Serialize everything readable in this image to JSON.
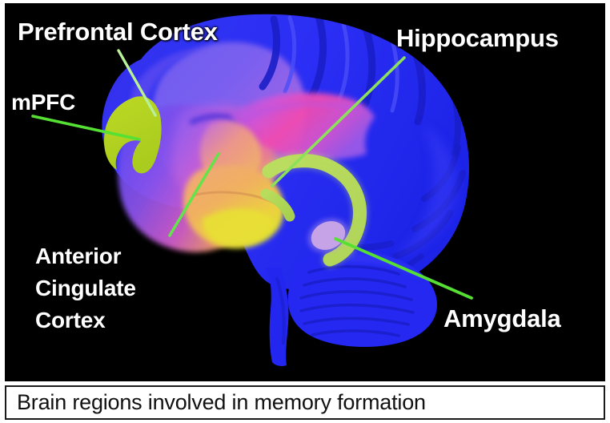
{
  "figure": {
    "background_color": "#000000",
    "labels": [
      {
        "id": "prefrontal",
        "name": "prefrontal-cortex-label",
        "text": "Prefrontal Cortex"
      },
      {
        "id": "mpfc",
        "name": "mpfc-label",
        "text": "mPFC"
      },
      {
        "id": "hippocampus",
        "name": "hippocampus-label",
        "text": "Hippocampus"
      },
      {
        "id": "amygdala",
        "name": "amygdala-label",
        "text": "Amygdala"
      },
      {
        "id": "acc",
        "name": "anterior-cingulate-cortex-label",
        "text": "Anterior Cingulate Cortex"
      }
    ],
    "acc_lines": {
      "line1": "Anterior",
      "line2": "Cingulate",
      "line3": "Cortex"
    },
    "leader_line_color": "#66e24a",
    "regions": [
      {
        "name": "cerebral-cortex",
        "color": "#2a2ff0"
      },
      {
        "name": "medial-prefrontal-cortex",
        "color": "#b8d322"
      },
      {
        "name": "anterior-cingulate-cortex",
        "color": "#d86fd0"
      },
      {
        "name": "corpus-callosum",
        "color": "#e84fc8"
      },
      {
        "name": "thalamus-midbrain",
        "color": "#f0a860"
      },
      {
        "name": "hippocampus",
        "color": "#b5d95a"
      },
      {
        "name": "amygdala",
        "color": "#c8a0e0"
      },
      {
        "name": "cerebellum",
        "color": "#2a2ff0"
      },
      {
        "name": "brainstem",
        "color": "#2a2ff0"
      }
    ]
  },
  "caption": {
    "text": "Brain regions involved in memory formation",
    "text_color": "#111111",
    "background_color": "#ffffff"
  }
}
